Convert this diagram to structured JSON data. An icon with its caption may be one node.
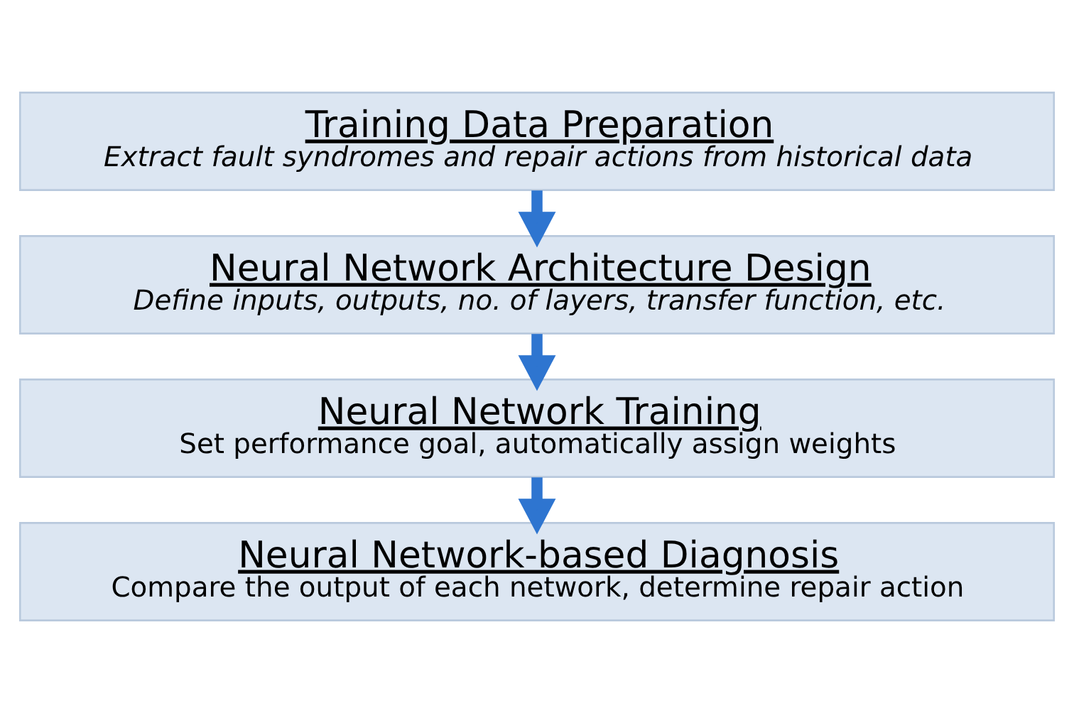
{
  "diagram": {
    "nodes": [
      {
        "text": [
          "Training Data Preparation",
          "Extract fault syndromes and repair actions from historical data"
        ]
      },
      {
        "text": [
          "Neural Network Architecture Design",
          "Define inputs, outputs, no. of layers, transfer function, etc."
        ]
      },
      {
        "text": [
          "Neural Network Training",
          "Set performance goal, automatically assign weights"
        ]
      },
      {
        "text": [
          "Neural Network-based Diagnosis",
          "Compare the output of each network, determine repair action"
        ]
      }
    ],
    "edges": [
      {
        "from": 0,
        "to": 1,
        "arrow": "to"
      },
      {
        "from": 1,
        "to": 2,
        "arrow": "to"
      },
      {
        "from": 2,
        "to": 3,
        "arrow": "to"
      }
    ]
  }
}
